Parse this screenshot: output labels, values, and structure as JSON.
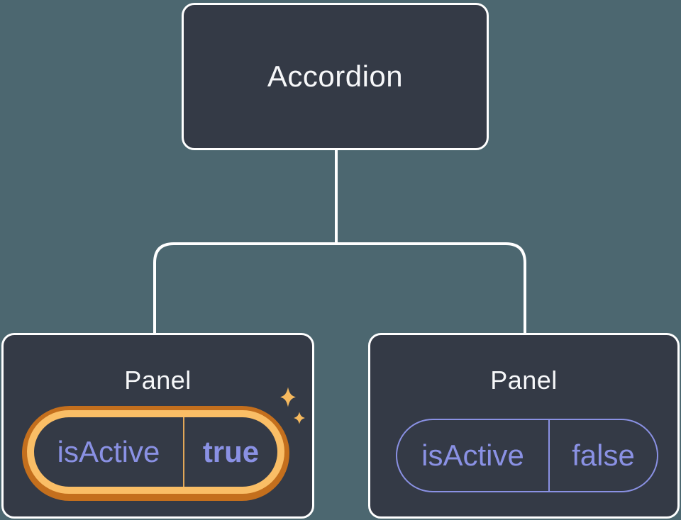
{
  "canvas": {
    "background": "#4C6770"
  },
  "tree": {
    "root": {
      "label": "Accordion"
    },
    "children": [
      {
        "title": "Panel",
        "state": {
          "key": "isActive",
          "value": "true"
        },
        "highlighted": true,
        "has_sparkles": true
      },
      {
        "title": "Panel",
        "state": {
          "key": "isActive",
          "value": "false"
        },
        "highlighted": false,
        "has_sparkles": false
      }
    ]
  },
  "colors": {
    "background": "#4C6770",
    "node_fill": "#343A46",
    "node_border": "#FFFFFF",
    "connector_line": "#FFFFFF",
    "title_text": "#F6F7F9",
    "state_text": "#8A91E4",
    "state_pill_border": "#8A91E4",
    "highlight_outer_ring": "#C46F1D",
    "highlight_inner_ring": "#FABE66",
    "highlight_divider": "#E2A758",
    "sparkle": "#F6B95E"
  },
  "icons": {
    "sparkles": "sparkle-icon"
  }
}
